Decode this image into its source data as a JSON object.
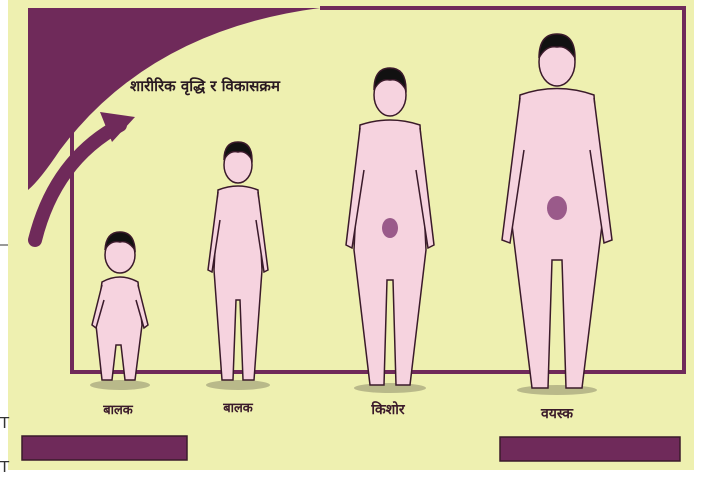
{
  "title": "शारीरिक वृद्धि र विकासक्रम",
  "stages": [
    {
      "label": "बालक"
    },
    {
      "label": "बालक"
    },
    {
      "label": "किशोर"
    },
    {
      "label": "वयस्क"
    }
  ],
  "edge_marks": [
    "T",
    "T"
  ],
  "colors": {
    "background": "#eef0b0",
    "frame": "#6f2a5a",
    "arrow": "#6f2a5a",
    "skin": "#f6d3df",
    "outline": "#3a1a2a",
    "hair": "#111111",
    "bars": "#6f2a5a"
  }
}
